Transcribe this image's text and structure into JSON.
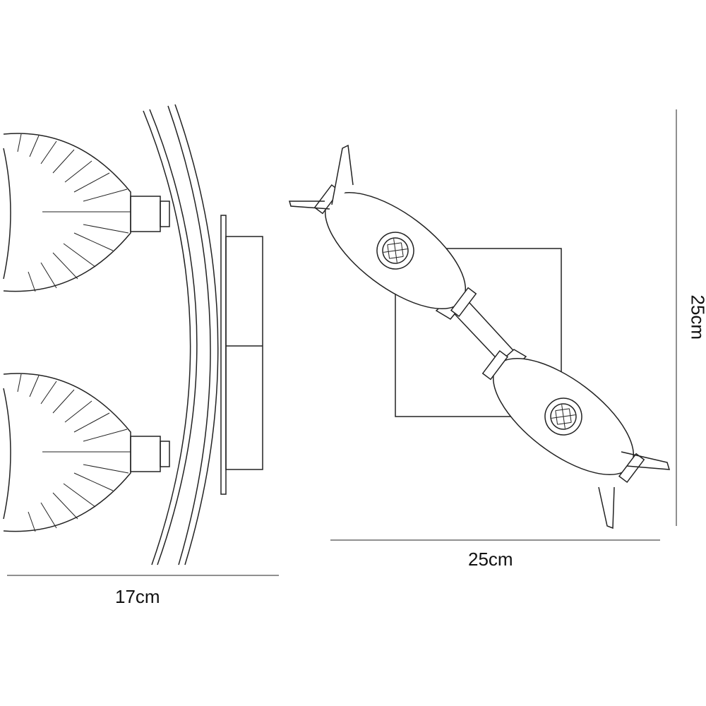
{
  "dimensions": {
    "side_width": "17cm",
    "front_width": "25cm",
    "front_height": "25cm"
  },
  "colors": {
    "line": "#222222",
    "background": "#ffffff"
  }
}
